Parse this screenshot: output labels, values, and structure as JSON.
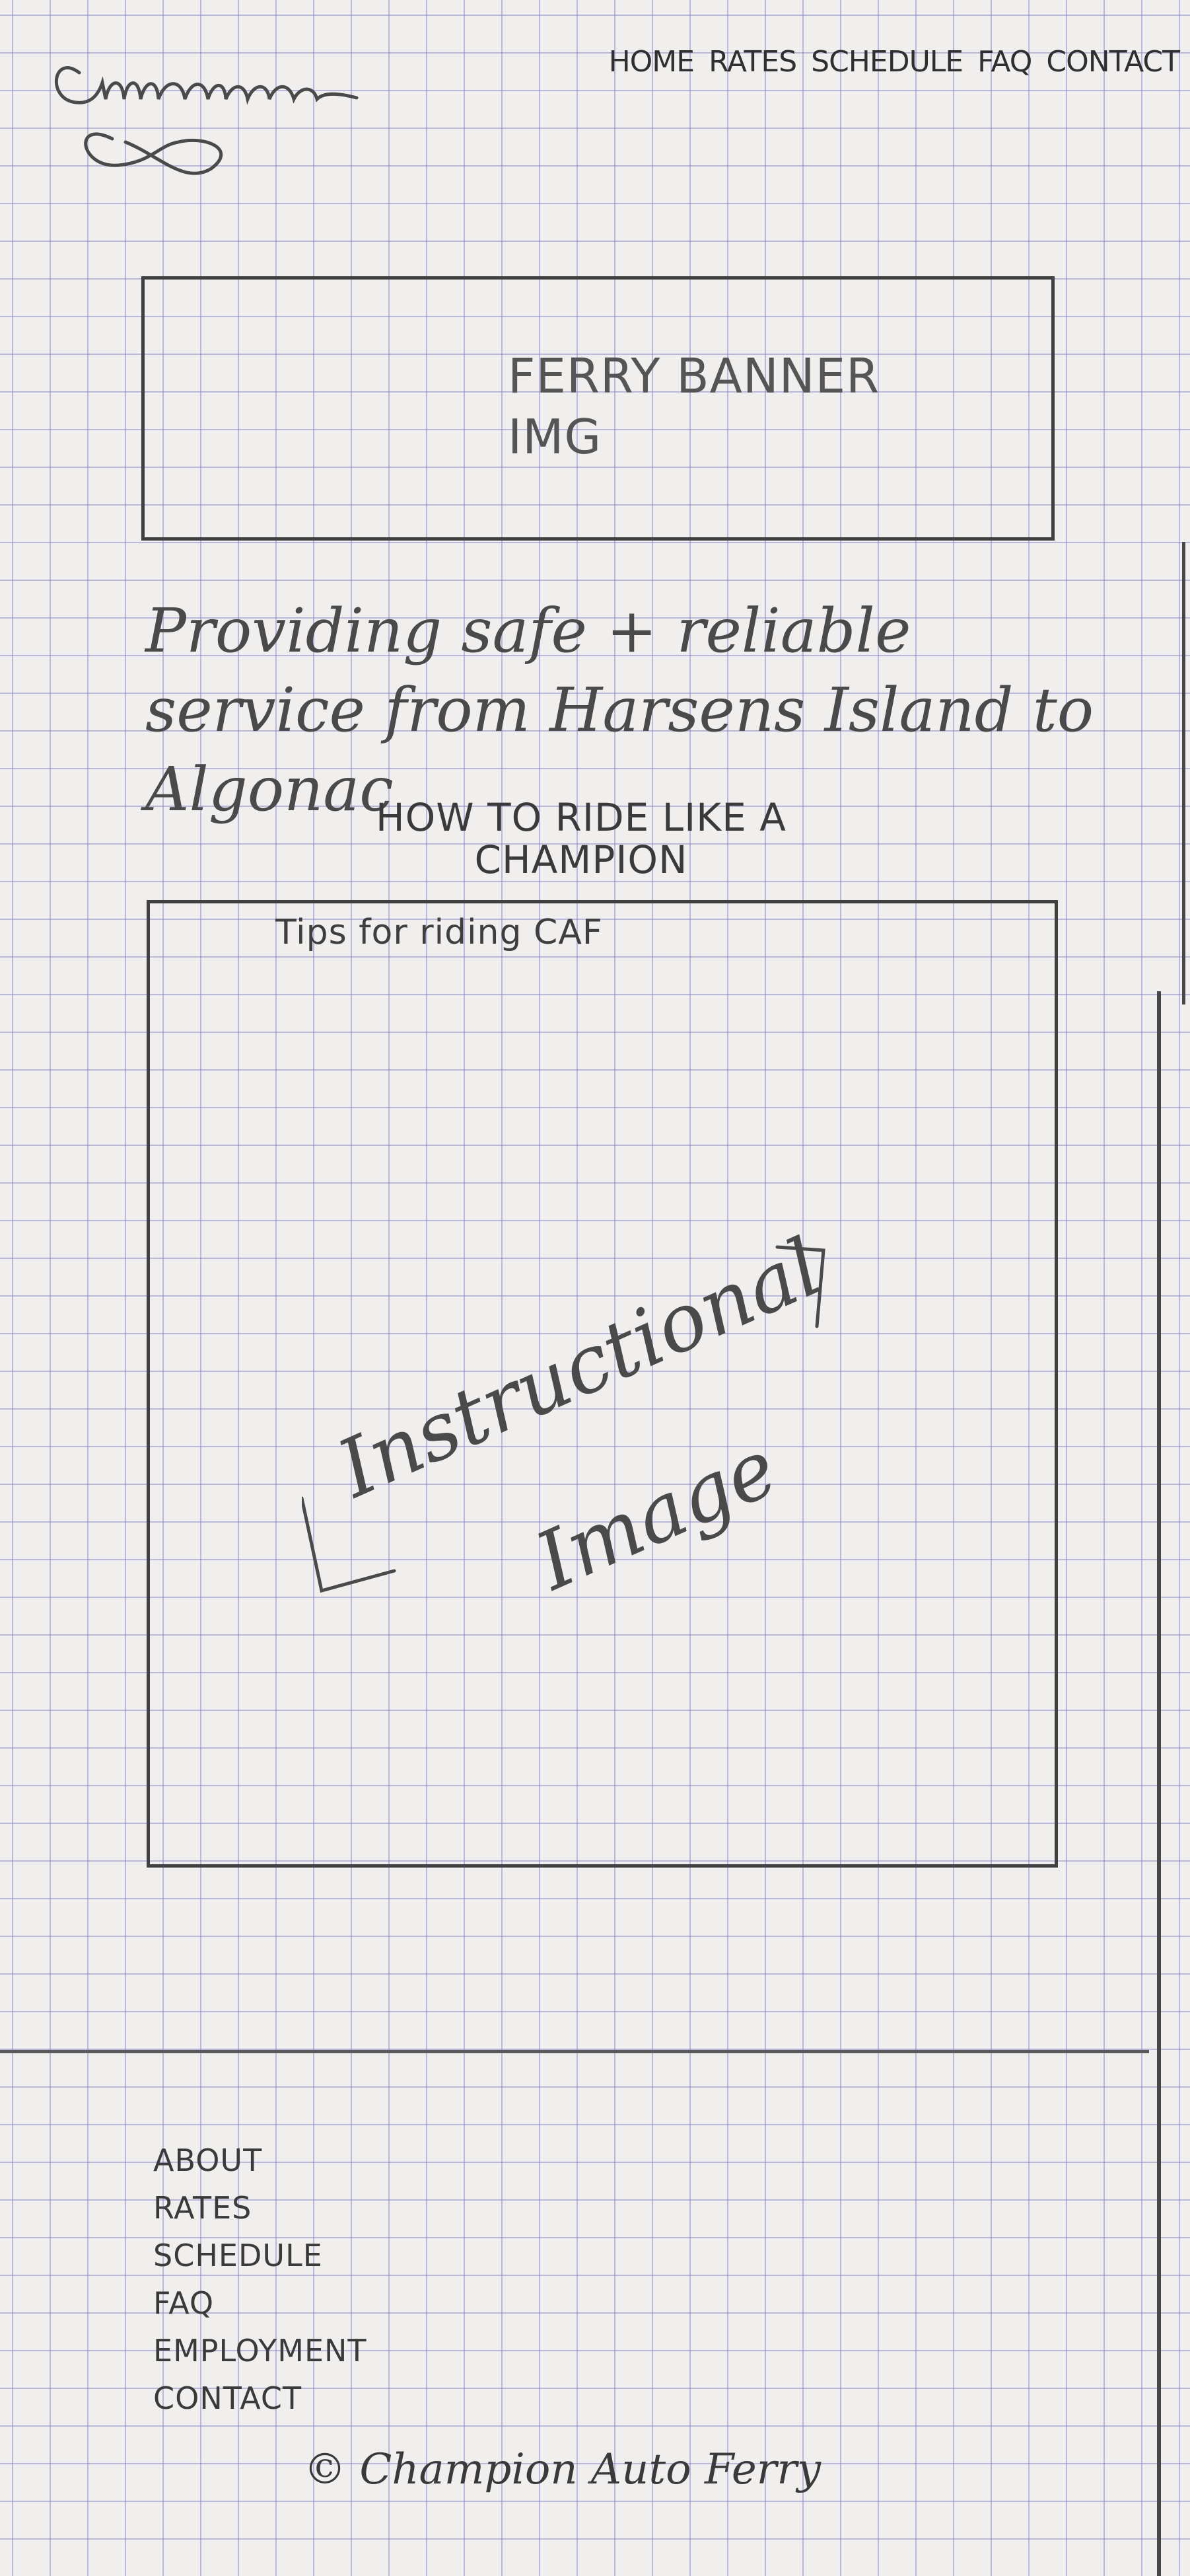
{
  "logo": {
    "icon": "logo-icon",
    "text": "Cmmmm"
  },
  "nav": {
    "items": [
      "HOME",
      "RATES",
      "SCHEDULE",
      "FAQ",
      "CONTACT"
    ]
  },
  "banner": {
    "label_line1": "FERRY BANNER",
    "label_line2": "IMG"
  },
  "tagline": "Providing safe + reliable service from Harsens Island to Algonac",
  "section": {
    "title_line1": "HOW TO RIDE LIKE A",
    "title_line2": "CHAMPION",
    "subtitle": "Tips for riding CAF",
    "image_label_line1": "Instructional",
    "image_label_line2": "Image"
  },
  "footer": {
    "links": [
      "ABOUT",
      "RATES",
      "SCHEDULE",
      "FAQ",
      "EMPLOYMENT",
      "CONTACT"
    ],
    "copyright": "© Champion Auto Ferry"
  }
}
